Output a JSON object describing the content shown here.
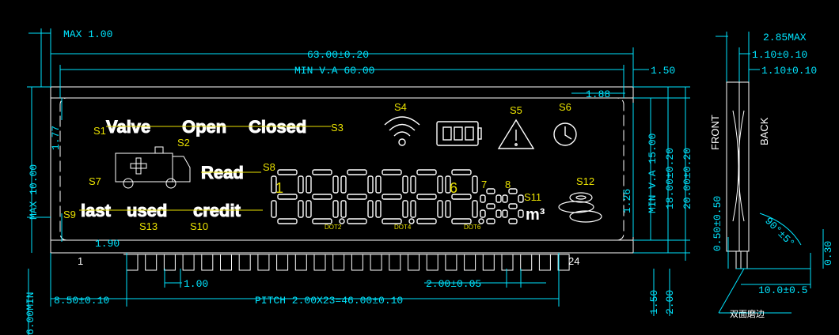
{
  "dimensions": {
    "max_top": "MAX 1.00",
    "overall_width": "63.00±0.20",
    "view_area_width": "MIN V.A 60.00",
    "right_margin": "1.50",
    "max_left": "MAX 10.00",
    "top_offset": "1.77",
    "bottom_offset": "1.90",
    "corner": "1.88",
    "right_gap": "1.26",
    "va_height": "MIN V.A 15.00",
    "glass_height": "18.00±0.20",
    "overall_height": "20.00±0.20",
    "pin_width": "1.00",
    "pitch": "2.00±0.05",
    "left_pin_offset": "8.50±0.10",
    "pitch_total": "PITCH 2.00X23=46.00±0.10",
    "pin_length_min": "6.00MIN",
    "pin_bottom_a": "1.50",
    "pin_bottom_b": "2.00"
  },
  "side_view": {
    "max_thickness": "2.85MAX",
    "glass1": "1.10±0.10",
    "glass2": "1.10±0.10",
    "front_label": "FRONT",
    "back_label": "BACK",
    "pin_angle": "90°±5°",
    "pin_thickness": "0.50±0.50",
    "pin_offset": "0.30",
    "pin_length": "10.0±0.5",
    "edge_note": "双面磨边"
  },
  "pins": {
    "first": "1",
    "last": "24"
  },
  "segments": {
    "s1": "S1",
    "s2": "S2",
    "s3": "S3",
    "s4": "S4",
    "s5": "S5",
    "s6": "S6",
    "s7": "S7",
    "s8": "S8",
    "s9": "S9",
    "s10": "S10",
    "s11": "S11",
    "s12": "S12",
    "s13": "S13",
    "d1": "1",
    "d6": "6",
    "d7": "7",
    "d8": "8",
    "dot2": "DOT2",
    "dot4": "DOT4",
    "dot6": "DOT6"
  },
  "icons": {
    "valve": "Valve",
    "open": "Open",
    "closed": "Closed",
    "read": "Read",
    "last": "last",
    "used": "used",
    "credit": "credit",
    "unit": "m³"
  }
}
